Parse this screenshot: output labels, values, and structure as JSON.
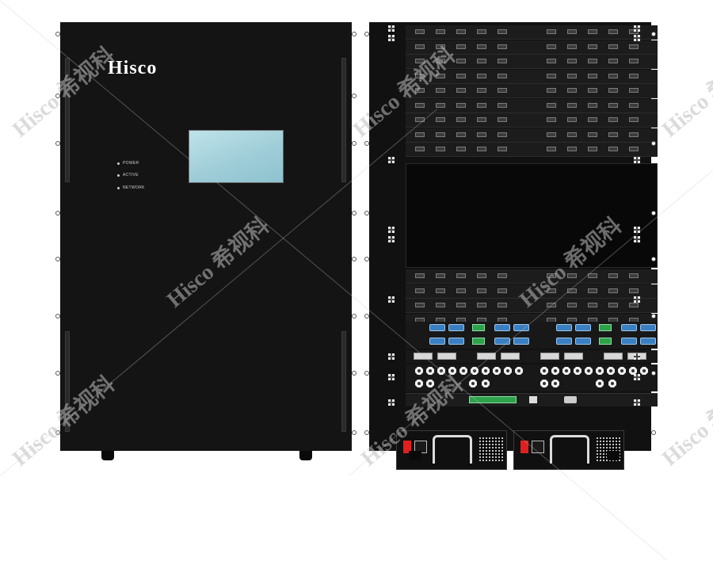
{
  "front_panel": {
    "brand": "Hisco",
    "indicators": [
      "POWER",
      "ACTIVE",
      "NETWORK"
    ]
  },
  "watermark": {
    "text": "Hisco 希视科"
  },
  "colors": {
    "chassis": "#141414",
    "lcd": "#a8d5df",
    "vga": "#3a7fc1",
    "terminal": "#2da24b",
    "power_switch": "#e02020"
  }
}
